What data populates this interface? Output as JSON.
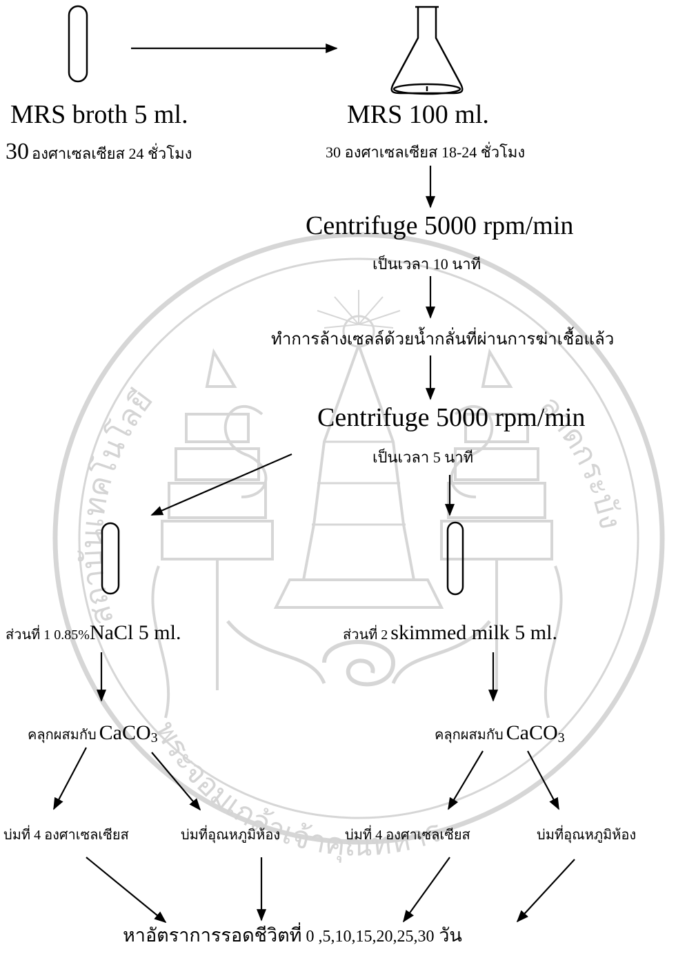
{
  "seal": {
    "text_bottom": "พระจอมเกล้าเจ้าคุณทหาร",
    "text_left": "สถาบันเทคโนโลยี",
    "text_right": "ลาดกระบัง",
    "color": "#d4d4d4"
  },
  "steps": {
    "s1_title": "MRS broth 5 ml.",
    "s1_temp_num": "30",
    "s1_cond": "องศาเซลเซียส  24 ชั่วโมง",
    "s2_title": "MRS   100 ml.",
    "s2_cond": "30 องศาเซลเซียส 18-24 ชั่วโมง",
    "s3_title": "Centrifuge 5000 rpm/min",
    "s3_time": "เป็นเวลา 10 นาที",
    "s4_wash": "ทำการล้างเซลล์ด้วยน้ำกลั่นที่ผ่านการฆ่าเชื้อแล้ว",
    "s5_title": "Centrifuge 5000 rpm/min",
    "s5_time": "เป็นเวลา 5 นาที"
  },
  "left_branch": {
    "part_prefix": "ส่วนที่ 1 0.85%",
    "part_main": "NaCl  5 ml.",
    "mix_prefix": "คลุกผสมกับ",
    "mix_chem": "CaCO",
    "mix_sub": "3",
    "inc_a": "บ่มที่ 4 องศาเซลเซียส",
    "inc_b": "บ่มที่อุณหภูมิห้อง"
  },
  "right_branch": {
    "part_prefix": "ส่วนที่ 2",
    "part_main": "skimmed milk 5 ml.",
    "mix_prefix": "คลุกผสมกับ",
    "mix_chem": "CaCO",
    "mix_sub": "3",
    "inc_a": "บ่มที่ 4 องศาเซลเซียส",
    "inc_b": "บ่มที่อุณหภูมิห้อง"
  },
  "final": {
    "prefix": "หาอัตราการรอดชีวิตที่",
    "days": " 0 ,5,10,15,20,25,30",
    "unit": " วัน"
  }
}
